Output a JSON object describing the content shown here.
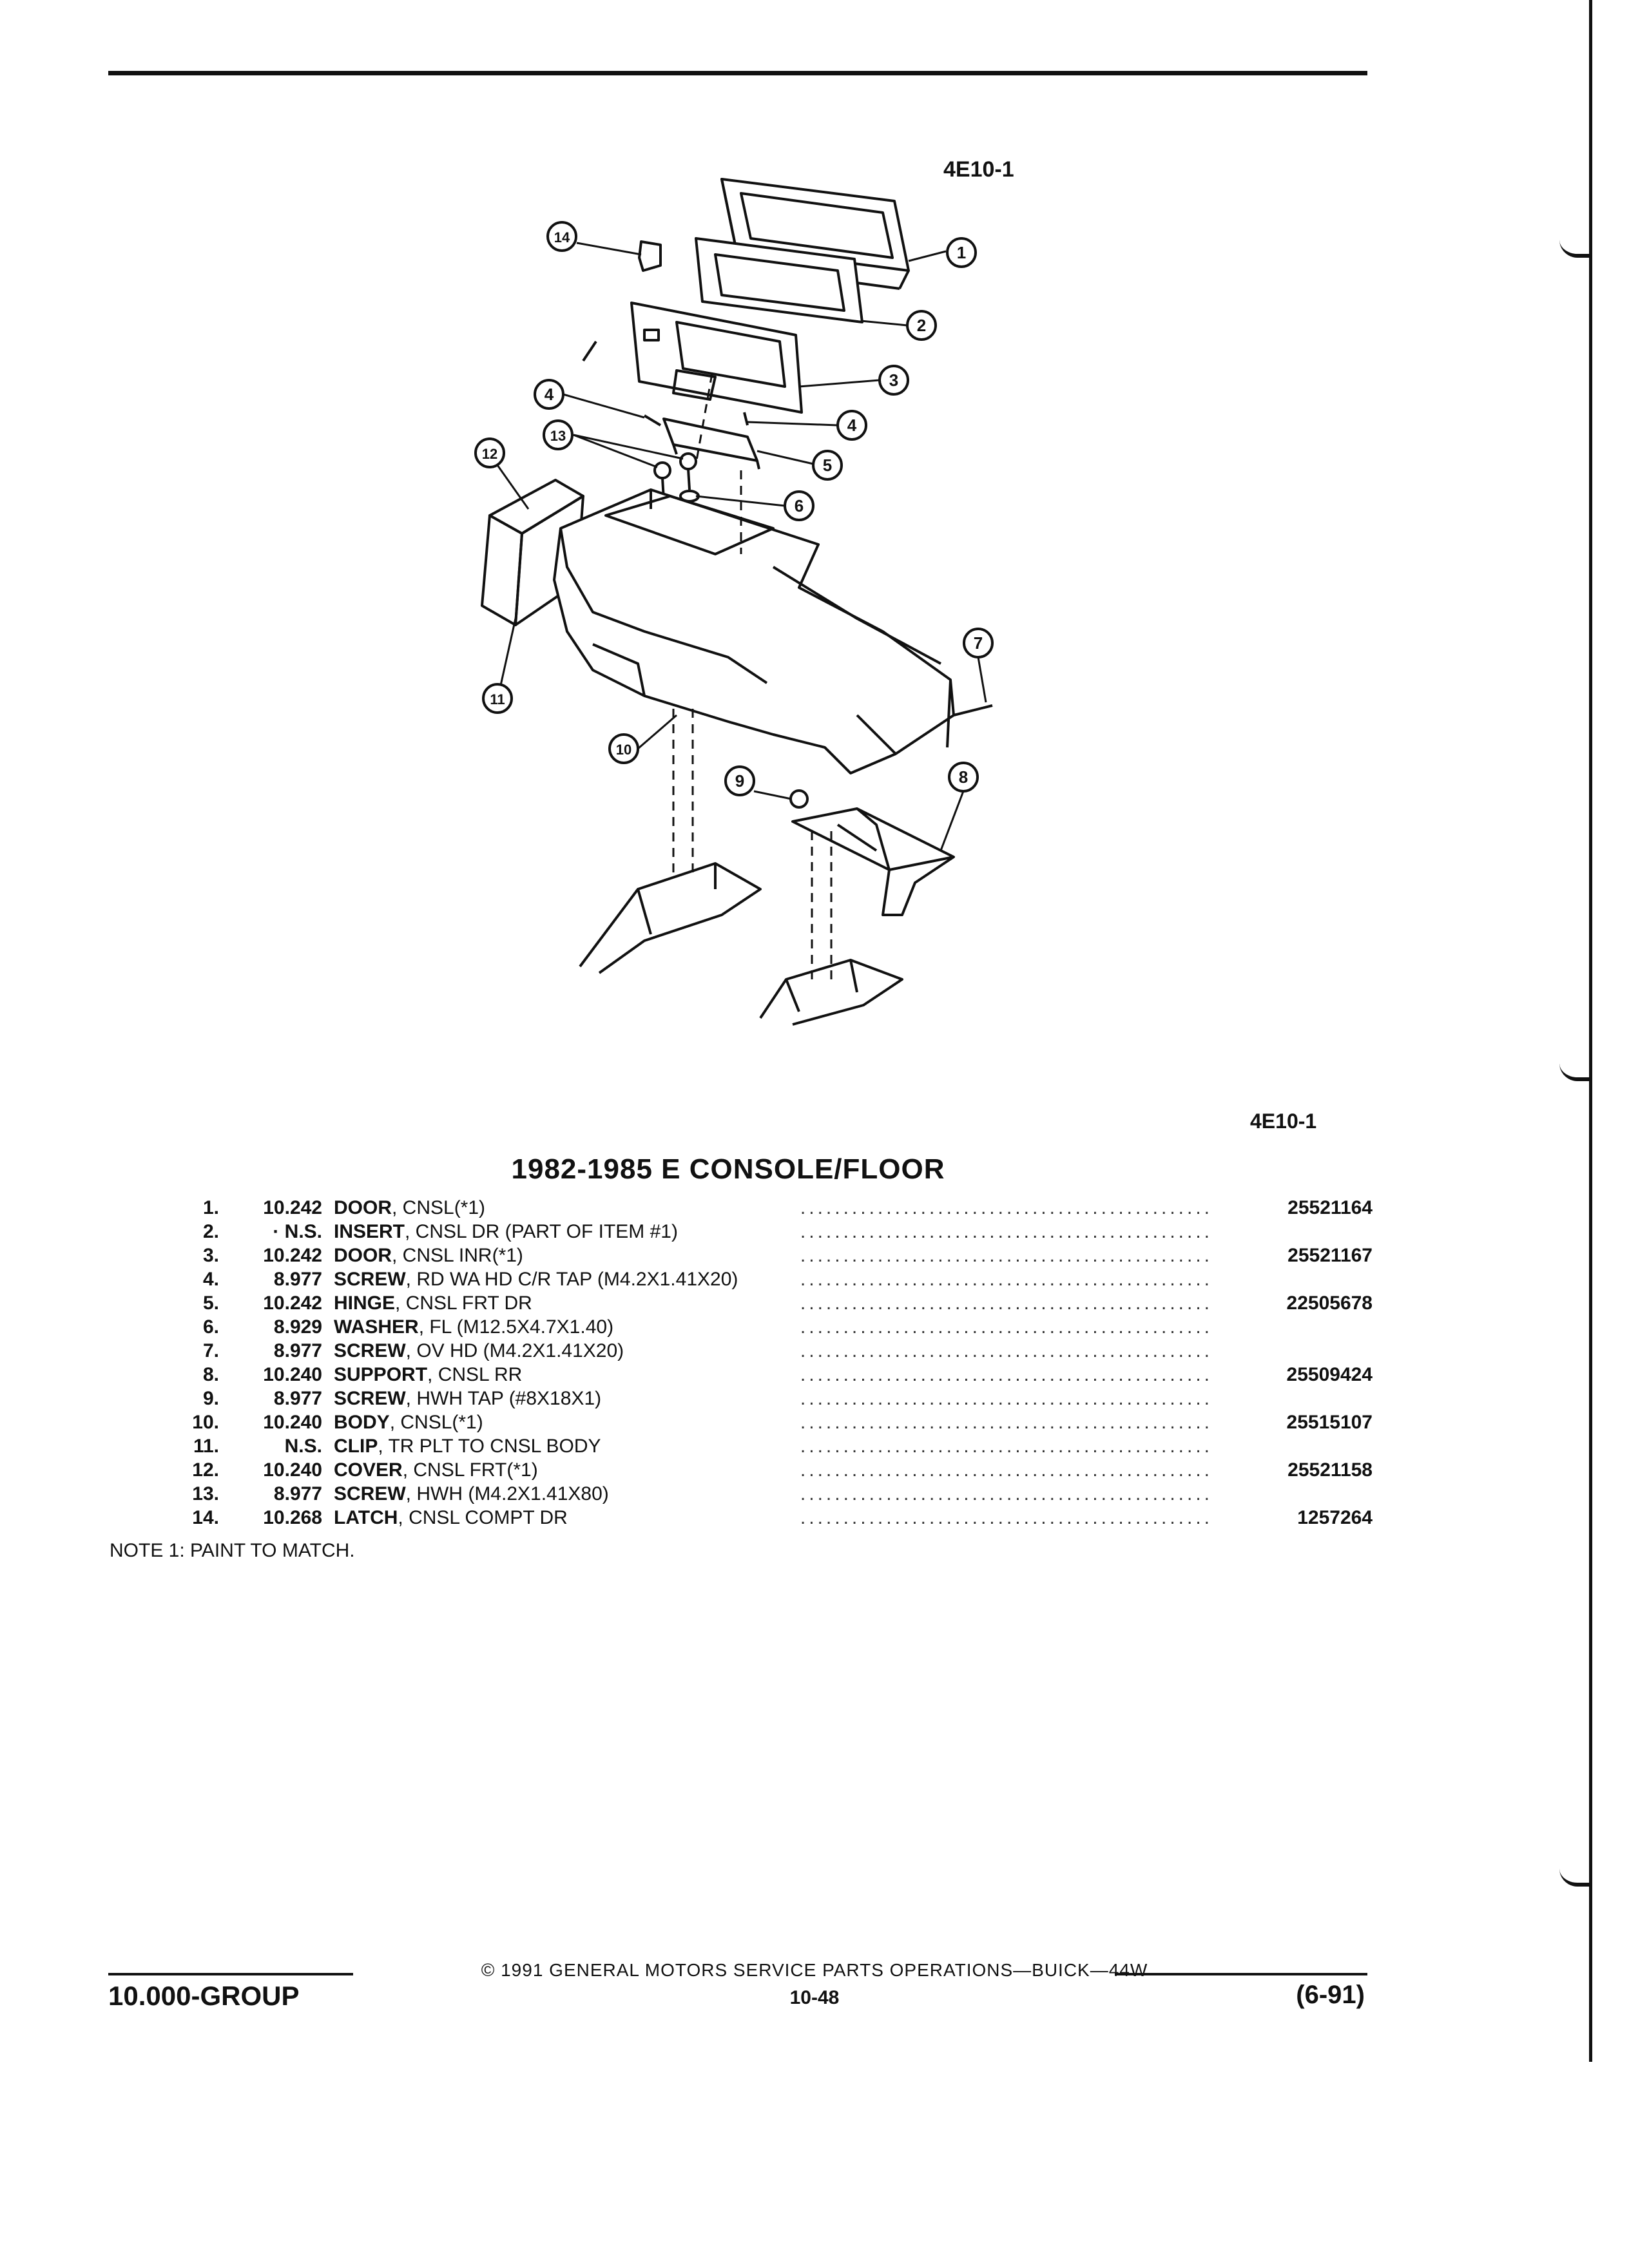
{
  "header": {
    "fig_ref_top": "4E10-1"
  },
  "diagram": {
    "callouts": [
      "1",
      "2",
      "3",
      "4",
      "4",
      "5",
      "6",
      "7",
      "8",
      "9",
      "10",
      "11",
      "12",
      "13",
      "14"
    ]
  },
  "section": {
    "fig_ref": "4E10-1",
    "title": "1982-1985 E CONSOLE/FLOOR"
  },
  "parts": [
    {
      "num": "1.",
      "grp": "10.242",
      "name": "DOOR",
      "desc": ", CNSL(*1)",
      "pn": "25521164"
    },
    {
      "num": "2.",
      "grp": "· N.S.",
      "name": "INSERT",
      "desc": ", CNSL DR (PART OF ITEM #1)",
      "pn": ""
    },
    {
      "num": "3.",
      "grp": "10.242",
      "name": "DOOR",
      "desc": ", CNSL INR(*1)",
      "pn": "25521167"
    },
    {
      "num": "4.",
      "grp": "8.977",
      "name": "SCREW",
      "desc": ", RD WA HD C/R TAP (M4.2X1.41X20)",
      "pn": ""
    },
    {
      "num": "5.",
      "grp": "10.242",
      "name": "HINGE",
      "desc": ", CNSL FRT DR",
      "pn": "22505678"
    },
    {
      "num": "6.",
      "grp": "8.929",
      "name": "WASHER",
      "desc": ", FL (M12.5X4.7X1.40)",
      "pn": ""
    },
    {
      "num": "7.",
      "grp": "8.977",
      "name": "SCREW",
      "desc": ", OV HD (M4.2X1.41X20)",
      "pn": ""
    },
    {
      "num": "8.",
      "grp": "10.240",
      "name": "SUPPORT",
      "desc": ", CNSL RR",
      "pn": "25509424"
    },
    {
      "num": "9.",
      "grp": "8.977",
      "name": "SCREW",
      "desc": ", HWH TAP (#8X18X1)",
      "pn": ""
    },
    {
      "num": "10.",
      "grp": "10.240",
      "name": "BODY",
      "desc": ", CNSL(*1)",
      "pn": "25515107"
    },
    {
      "num": "11.",
      "grp": "N.S.",
      "name": "CLIP",
      "desc": ", TR PLT TO CNSL BODY",
      "pn": ""
    },
    {
      "num": "12.",
      "grp": "10.240",
      "name": "COVER",
      "desc": ", CNSL FRT(*1)",
      "pn": "25521158"
    },
    {
      "num": "13.",
      "grp": "8.977",
      "name": "SCREW",
      "desc": ", HWH (M4.2X1.41X80)",
      "pn": ""
    },
    {
      "num": "14.",
      "grp": "10.268",
      "name": "LATCH",
      "desc": ", CNSL COMPT DR",
      "pn": "1257264"
    }
  ],
  "note": "NOTE 1: PAINT TO MATCH.",
  "footer": {
    "copyright": "© 1991 GENERAL MOTORS SERVICE PARTS OPERATIONS—BUICK—44W",
    "group": "10.000-GROUP",
    "page": "10-48",
    "date": "(6-91)"
  },
  "colors": {
    "ink": "#111111",
    "paper": "#ffffff"
  }
}
